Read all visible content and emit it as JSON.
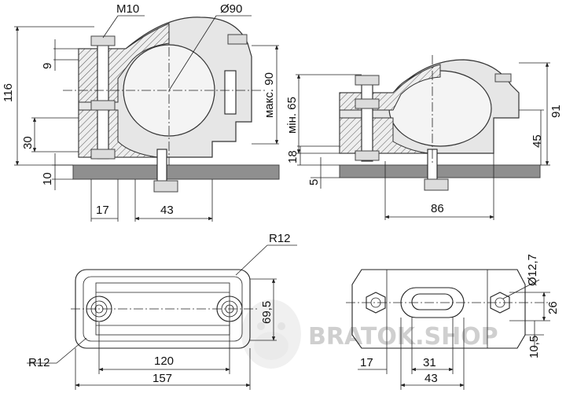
{
  "front_view": {
    "bolt_label": "M10",
    "diameter_label": "Ø90",
    "max_label": "макс. 90",
    "height_total": "116",
    "dim_9": "9",
    "dim_30": "30",
    "dim_10": "10",
    "dim_17": "17",
    "dim_43": "43"
  },
  "side_view": {
    "min_label": "мін. 65",
    "height_91": "91",
    "dim_45": "45",
    "dim_18": "18",
    "dim_5": "5",
    "dim_86": "86"
  },
  "top_view": {
    "r_top": "R12",
    "r_bottom": "R12",
    "width_69": "69,5",
    "dim_120": "120",
    "dim_157": "157"
  },
  "slot_view": {
    "hole_label": "Ø12,7",
    "dim_26": "26",
    "dim_10_5": "10,5",
    "dim_17": "17",
    "dim_31": "31",
    "dim_43": "43"
  },
  "watermark": {
    "text": "BRATOK.SHOP"
  },
  "colors": {
    "line": "#222222",
    "plate": "#8f8f8f",
    "body": "#e6e6e6"
  }
}
